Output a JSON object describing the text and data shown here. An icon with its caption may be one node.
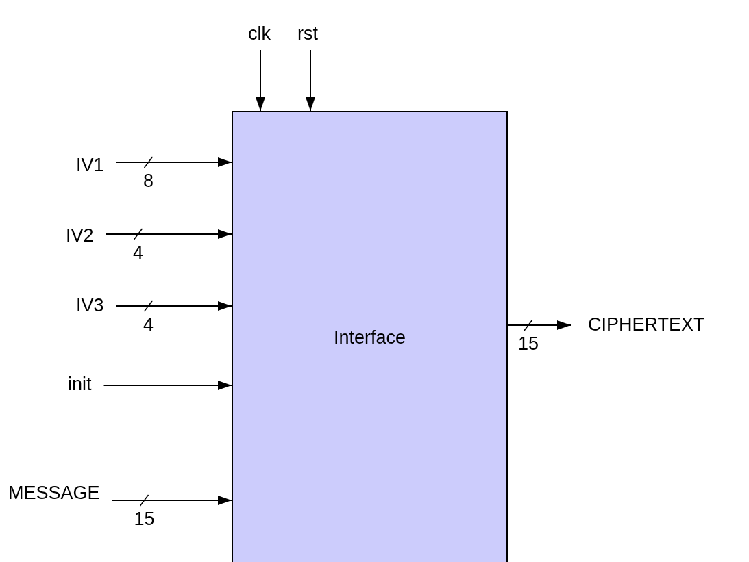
{
  "diagram": {
    "nodes": [
      {
        "text": [
          "Interface"
        ]
      },
      {
        "text": [
          "clk"
        ]
      },
      {
        "text": [
          "rst"
        ]
      },
      {
        "text": [
          "IV1"
        ]
      },
      {
        "text": [
          "IV2"
        ]
      },
      {
        "text": [
          "IV3"
        ]
      },
      {
        "text": [
          "init"
        ]
      },
      {
        "text": [
          "MESSAGE"
        ]
      },
      {
        "text": [
          "CIPHERTEXT"
        ]
      }
    ],
    "edges": [
      {
        "from": 1,
        "to": 0,
        "arrow": "to"
      },
      {
        "from": 2,
        "to": 0,
        "arrow": "to"
      },
      {
        "from": 3,
        "to": 0,
        "arrow": "to",
        "label": "8"
      },
      {
        "from": 4,
        "to": 0,
        "arrow": "to",
        "label": "4"
      },
      {
        "from": 5,
        "to": 0,
        "arrow": "to",
        "label": "4"
      },
      {
        "from": 6,
        "to": 0,
        "arrow": "to"
      },
      {
        "from": 7,
        "to": 0,
        "arrow": "to",
        "label": "15"
      },
      {
        "from": 0,
        "to": 8,
        "arrow": "to",
        "label": "15"
      }
    ]
  }
}
